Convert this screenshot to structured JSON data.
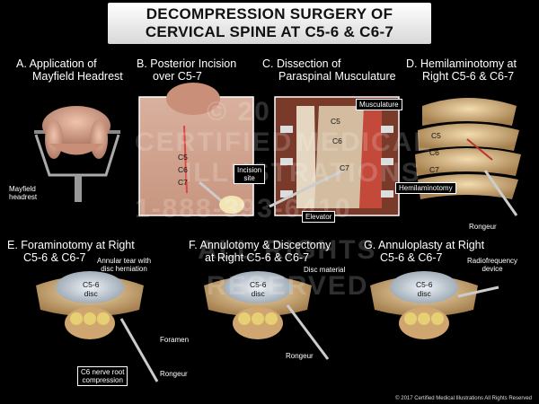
{
  "title": {
    "line1": "DECOMPRESSION SURGERY OF",
    "line2": "CERVICAL SPINE AT C5-6 & C6-7"
  },
  "panels": {
    "a": {
      "title": [
        "A. Application of",
        "Mayfield Headrest"
      ],
      "labels": {
        "headrest": [
          "Mayfield",
          "headrest"
        ]
      }
    },
    "b": {
      "title": [
        "B. Posterior Incision",
        "over C5-7"
      ],
      "labels": {
        "c5": "C5",
        "c6": "C6",
        "c7": "C7",
        "incision": [
          "Incision",
          "site"
        ]
      }
    },
    "c": {
      "title": [
        "C. Dissection of",
        "Paraspinal Musculature"
      ],
      "labels": {
        "musculature": "Musculature",
        "c5": "C5",
        "c6": "C6",
        "c7": "C7",
        "elevator": "Elevator"
      }
    },
    "d": {
      "title": [
        "D. Hemilaminotomy at",
        "Right C5-6 & C6-7"
      ],
      "labels": {
        "c5": "C5",
        "c6": "C6",
        "c7": "C7",
        "hemilaminotomy": "Hemilaminotomy",
        "rongeur": "Rongeur"
      }
    },
    "e": {
      "title": [
        "E. Foraminotomy at Right",
        "C5-6 & C6-7"
      ],
      "labels": {
        "annular": [
          "Annular tear with",
          "disc herniation"
        ],
        "disc": [
          "C5-6",
          "disc"
        ],
        "foramen": "Foramen",
        "root": [
          "C6 nerve root",
          "compression"
        ],
        "rongeur": "Rongeur"
      }
    },
    "f": {
      "title": [
        "F. Annulotomy & Discectomy",
        "at Right C5-6 & C6-7"
      ],
      "labels": {
        "material": "Disc material",
        "disc": [
          "C5-6",
          "disc"
        ],
        "rongeur": "Rongeur"
      }
    },
    "g": {
      "title": [
        "G. Annuloplasty at Right",
        "C5-6 & C6-7"
      ],
      "labels": {
        "device": [
          "Radiofrequency",
          "device"
        ],
        "disc": [
          "C5-6",
          "disc"
        ]
      }
    }
  },
  "watermark": [
    "© 20",
    "CERTIFIED",
    "MEDICAL",
    "ILLUSTRATIONS",
    "1-888-393-6410",
    "ALL RIGHTS",
    "RESERVED"
  ],
  "copyright": "© 2017 Certified Medical Illustrations All Rights Reserved"
}
